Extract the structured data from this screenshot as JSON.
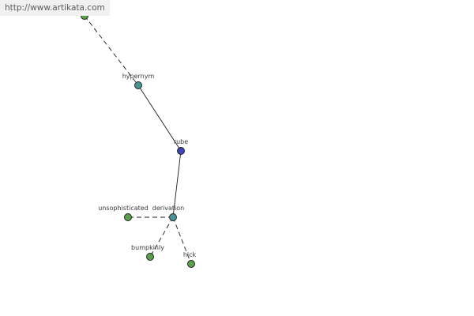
{
  "site_url": "http://www.artikata.com",
  "graph": {
    "colors": {
      "teal": "#4a9496",
      "blue": "#3d46b0",
      "green": "#5a9f4c"
    },
    "nodes": [
      {
        "id": "top",
        "label": "",
        "color": "green"
      },
      {
        "id": "hypernym",
        "label": "hypernym",
        "color": "teal"
      },
      {
        "id": "rube",
        "label": "rube",
        "color": "blue"
      },
      {
        "id": "derivation",
        "label": "derivation",
        "color": "teal"
      },
      {
        "id": "unsophisticated",
        "label": "unsophisticated",
        "color": "green"
      },
      {
        "id": "bumpkinly",
        "label": "bumpkinly",
        "color": "green"
      },
      {
        "id": "hick",
        "label": "hick",
        "color": "green"
      }
    ],
    "edges": [
      {
        "from": "top",
        "to": "hypernym",
        "style": "dashed"
      },
      {
        "from": "hypernym",
        "to": "rube",
        "style": "solid"
      },
      {
        "from": "rube",
        "to": "derivation",
        "style": "solid"
      },
      {
        "from": "derivation",
        "to": "unsophisticated",
        "style": "dashed"
      },
      {
        "from": "derivation",
        "to": "bumpkinly",
        "style": "dashed"
      },
      {
        "from": "derivation",
        "to": "hick",
        "style": "dashed"
      }
    ]
  }
}
